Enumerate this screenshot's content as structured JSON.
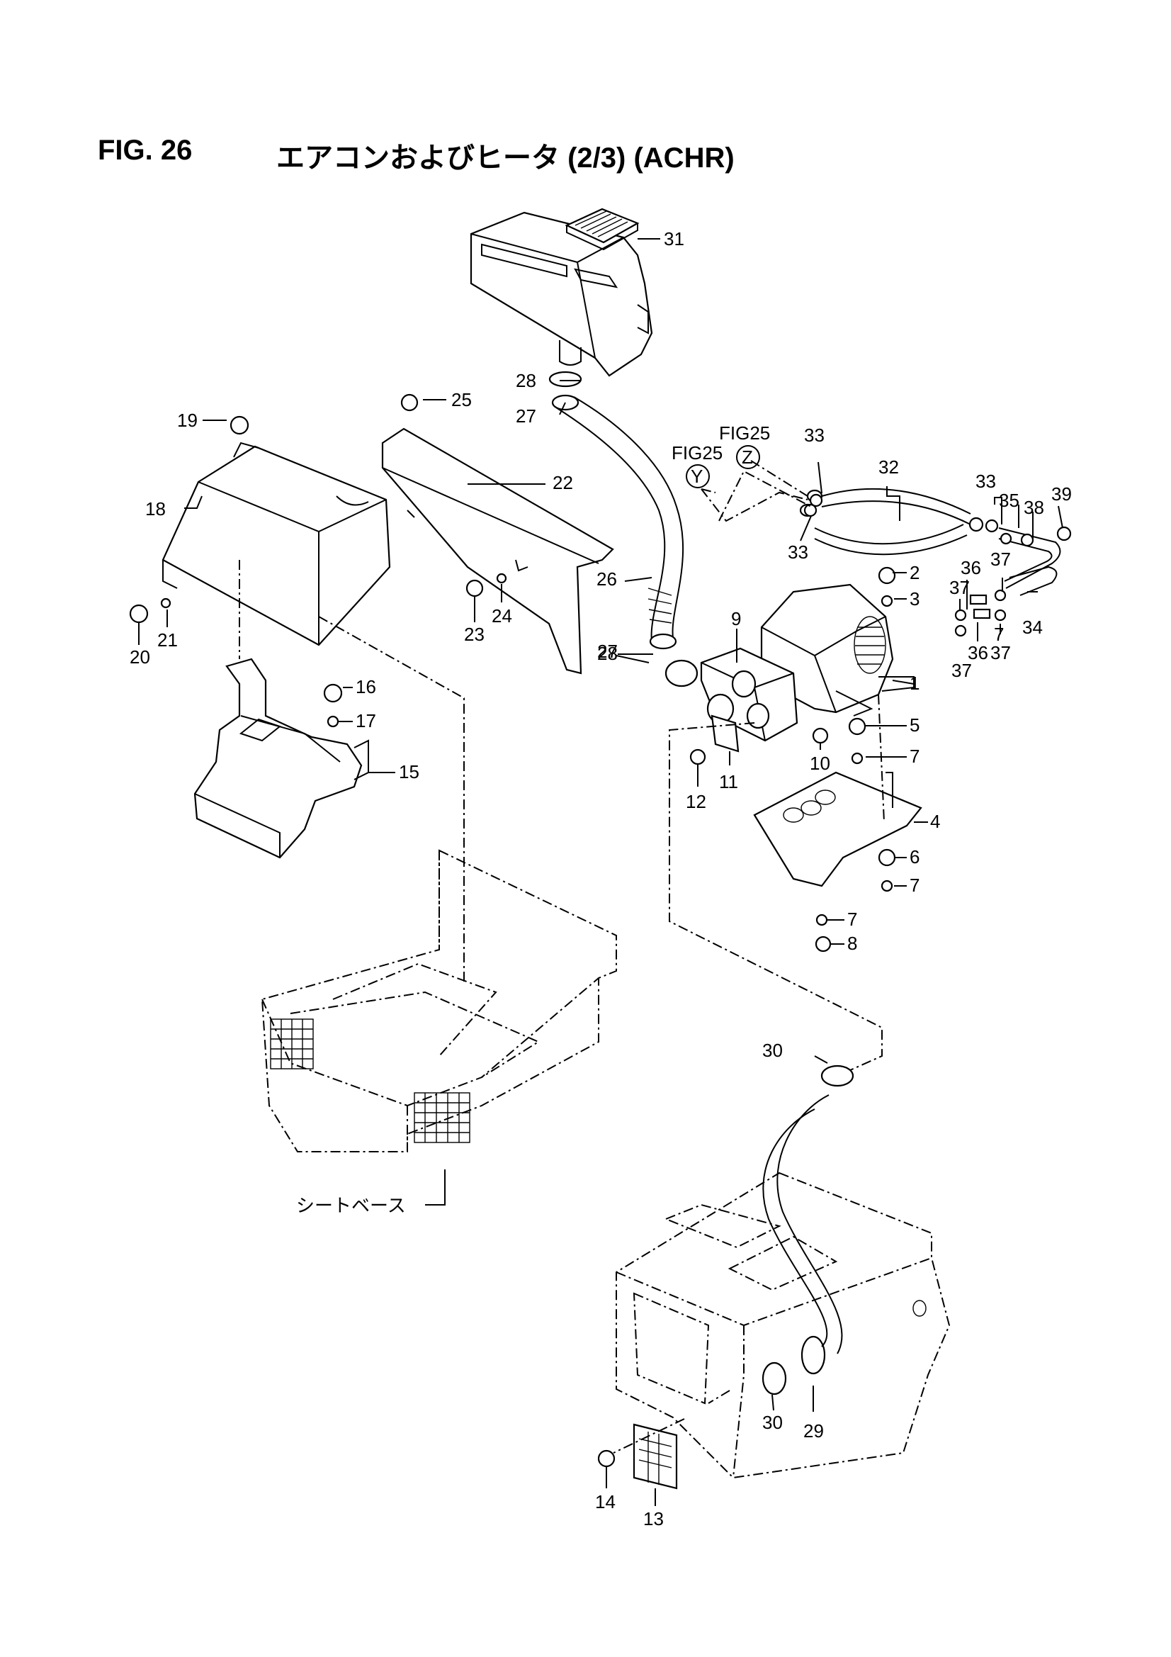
{
  "header": {
    "figure": "FIG. 26",
    "title": "エアコンおよびヒータ (2/3) (ACHR)"
  },
  "callouts": [
    "1",
    "2",
    "3",
    "4",
    "5",
    "6",
    "7",
    "7",
    "7",
    "7",
    "8",
    "9",
    "10",
    "11",
    "12",
    "13",
    "14",
    "15",
    "16",
    "17",
    "18",
    "19",
    "20",
    "21",
    "22",
    "23",
    "24",
    "25",
    "26",
    "27",
    "27",
    "28",
    "28",
    "29",
    "30",
    "30",
    "31",
    "32",
    "33",
    "33",
    "33",
    "34",
    "35",
    "36",
    "36",
    "37",
    "37",
    "37",
    "37",
    "38",
    "39"
  ],
  "references": {
    "fig25_y": "FIG25",
    "y_mark": "Y",
    "fig25_z": "FIG25",
    "z_mark": "Z"
  },
  "labels": {
    "seat_base": "シートベース"
  }
}
